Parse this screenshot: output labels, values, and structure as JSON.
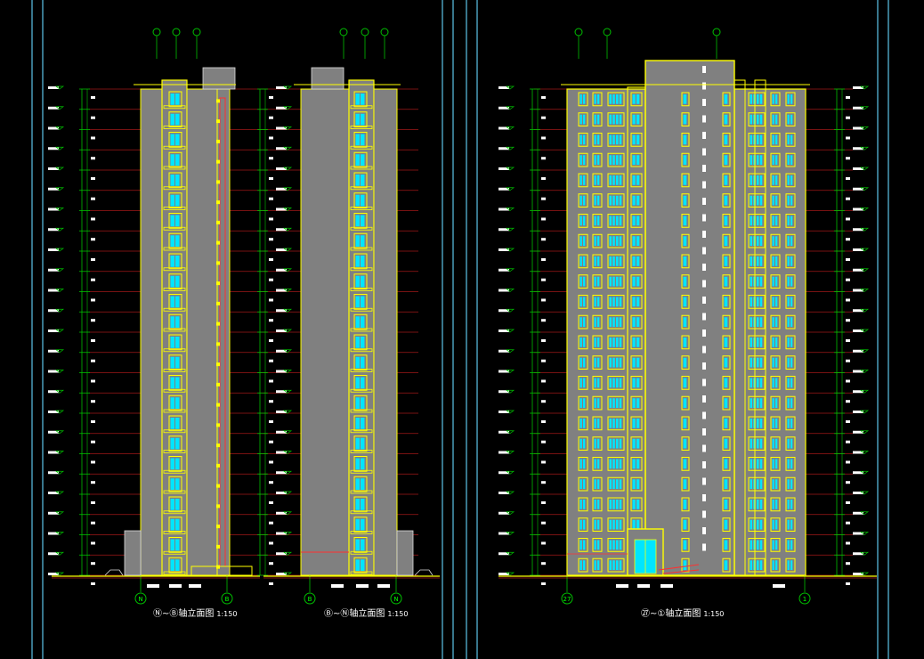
{
  "colors": {
    "background": "#000000",
    "sheet_border": "#4fa8c8",
    "outline": "#ffff00",
    "facade": "#808080",
    "glass": "#00e5ff",
    "dimension": "#00c000",
    "level_line": "#a01818",
    "accent_red": "#ff3030",
    "text": "#ffffff"
  },
  "sheet_left": {
    "elevation_1": {
      "axis_left": "N",
      "axis_right": "B",
      "caption": "Ⓝ~Ⓑ轴立面图",
      "scale": "1:150"
    },
    "elevation_2": {
      "axis_left": "B",
      "axis_right": "N",
      "caption": "Ⓑ~Ⓝ轴立面图",
      "scale": "1:150"
    }
  },
  "sheet_right": {
    "elevation_3": {
      "axis_left": "27",
      "axis_right": "1",
      "caption": "㉗~①轴立面图",
      "scale": "1:150"
    }
  }
}
